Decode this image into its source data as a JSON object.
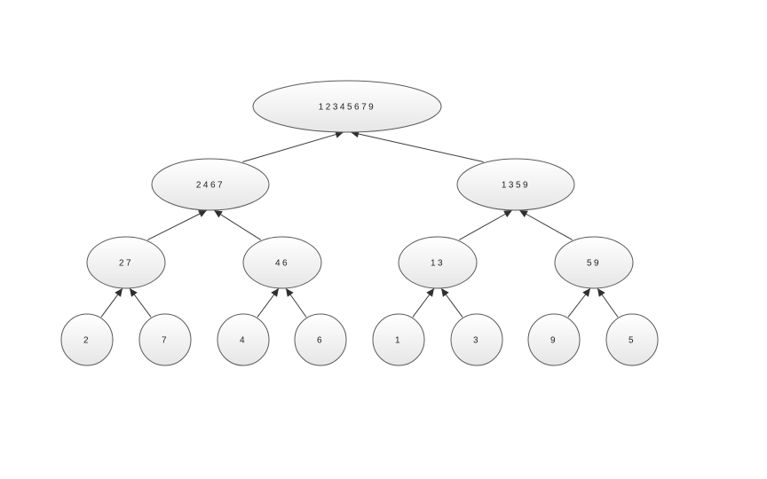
{
  "diagram": {
    "nodes": [
      {
        "id": "root",
        "label": "12345679"
      },
      {
        "id": "l1a",
        "label": "2467"
      },
      {
        "id": "l1b",
        "label": "1359"
      },
      {
        "id": "l2a",
        "label": "27"
      },
      {
        "id": "l2b",
        "label": "46"
      },
      {
        "id": "l2c",
        "label": "13"
      },
      {
        "id": "l2d",
        "label": "59"
      },
      {
        "id": "leaf1",
        "label": "2"
      },
      {
        "id": "leaf2",
        "label": "7"
      },
      {
        "id": "leaf3",
        "label": "4"
      },
      {
        "id": "leaf4",
        "label": "6"
      },
      {
        "id": "leaf5",
        "label": "1"
      },
      {
        "id": "leaf6",
        "label": "3"
      },
      {
        "id": "leaf7",
        "label": "9"
      },
      {
        "id": "leaf8",
        "label": "5"
      }
    ],
    "edges": [
      {
        "from": "l1a",
        "to": "root"
      },
      {
        "from": "l1b",
        "to": "root"
      },
      {
        "from": "l2a",
        "to": "l1a"
      },
      {
        "from": "l2b",
        "to": "l1a"
      },
      {
        "from": "l2c",
        "to": "l1b"
      },
      {
        "from": "l2d",
        "to": "l1b"
      },
      {
        "from": "leaf1",
        "to": "l2a"
      },
      {
        "from": "leaf2",
        "to": "l2a"
      },
      {
        "from": "leaf3",
        "to": "l2b"
      },
      {
        "from": "leaf4",
        "to": "l2b"
      },
      {
        "from": "leaf5",
        "to": "l2c"
      },
      {
        "from": "leaf6",
        "to": "l2c"
      },
      {
        "from": "leaf7",
        "to": "l2d"
      },
      {
        "from": "leaf8",
        "to": "l2d"
      }
    ],
    "colors": {
      "node_fill_top": "#ffffff",
      "node_fill_bottom": "#e6e6e6",
      "node_stroke": "#5a5a5a",
      "edge": "#3a3a3a",
      "text": "#222222"
    }
  }
}
